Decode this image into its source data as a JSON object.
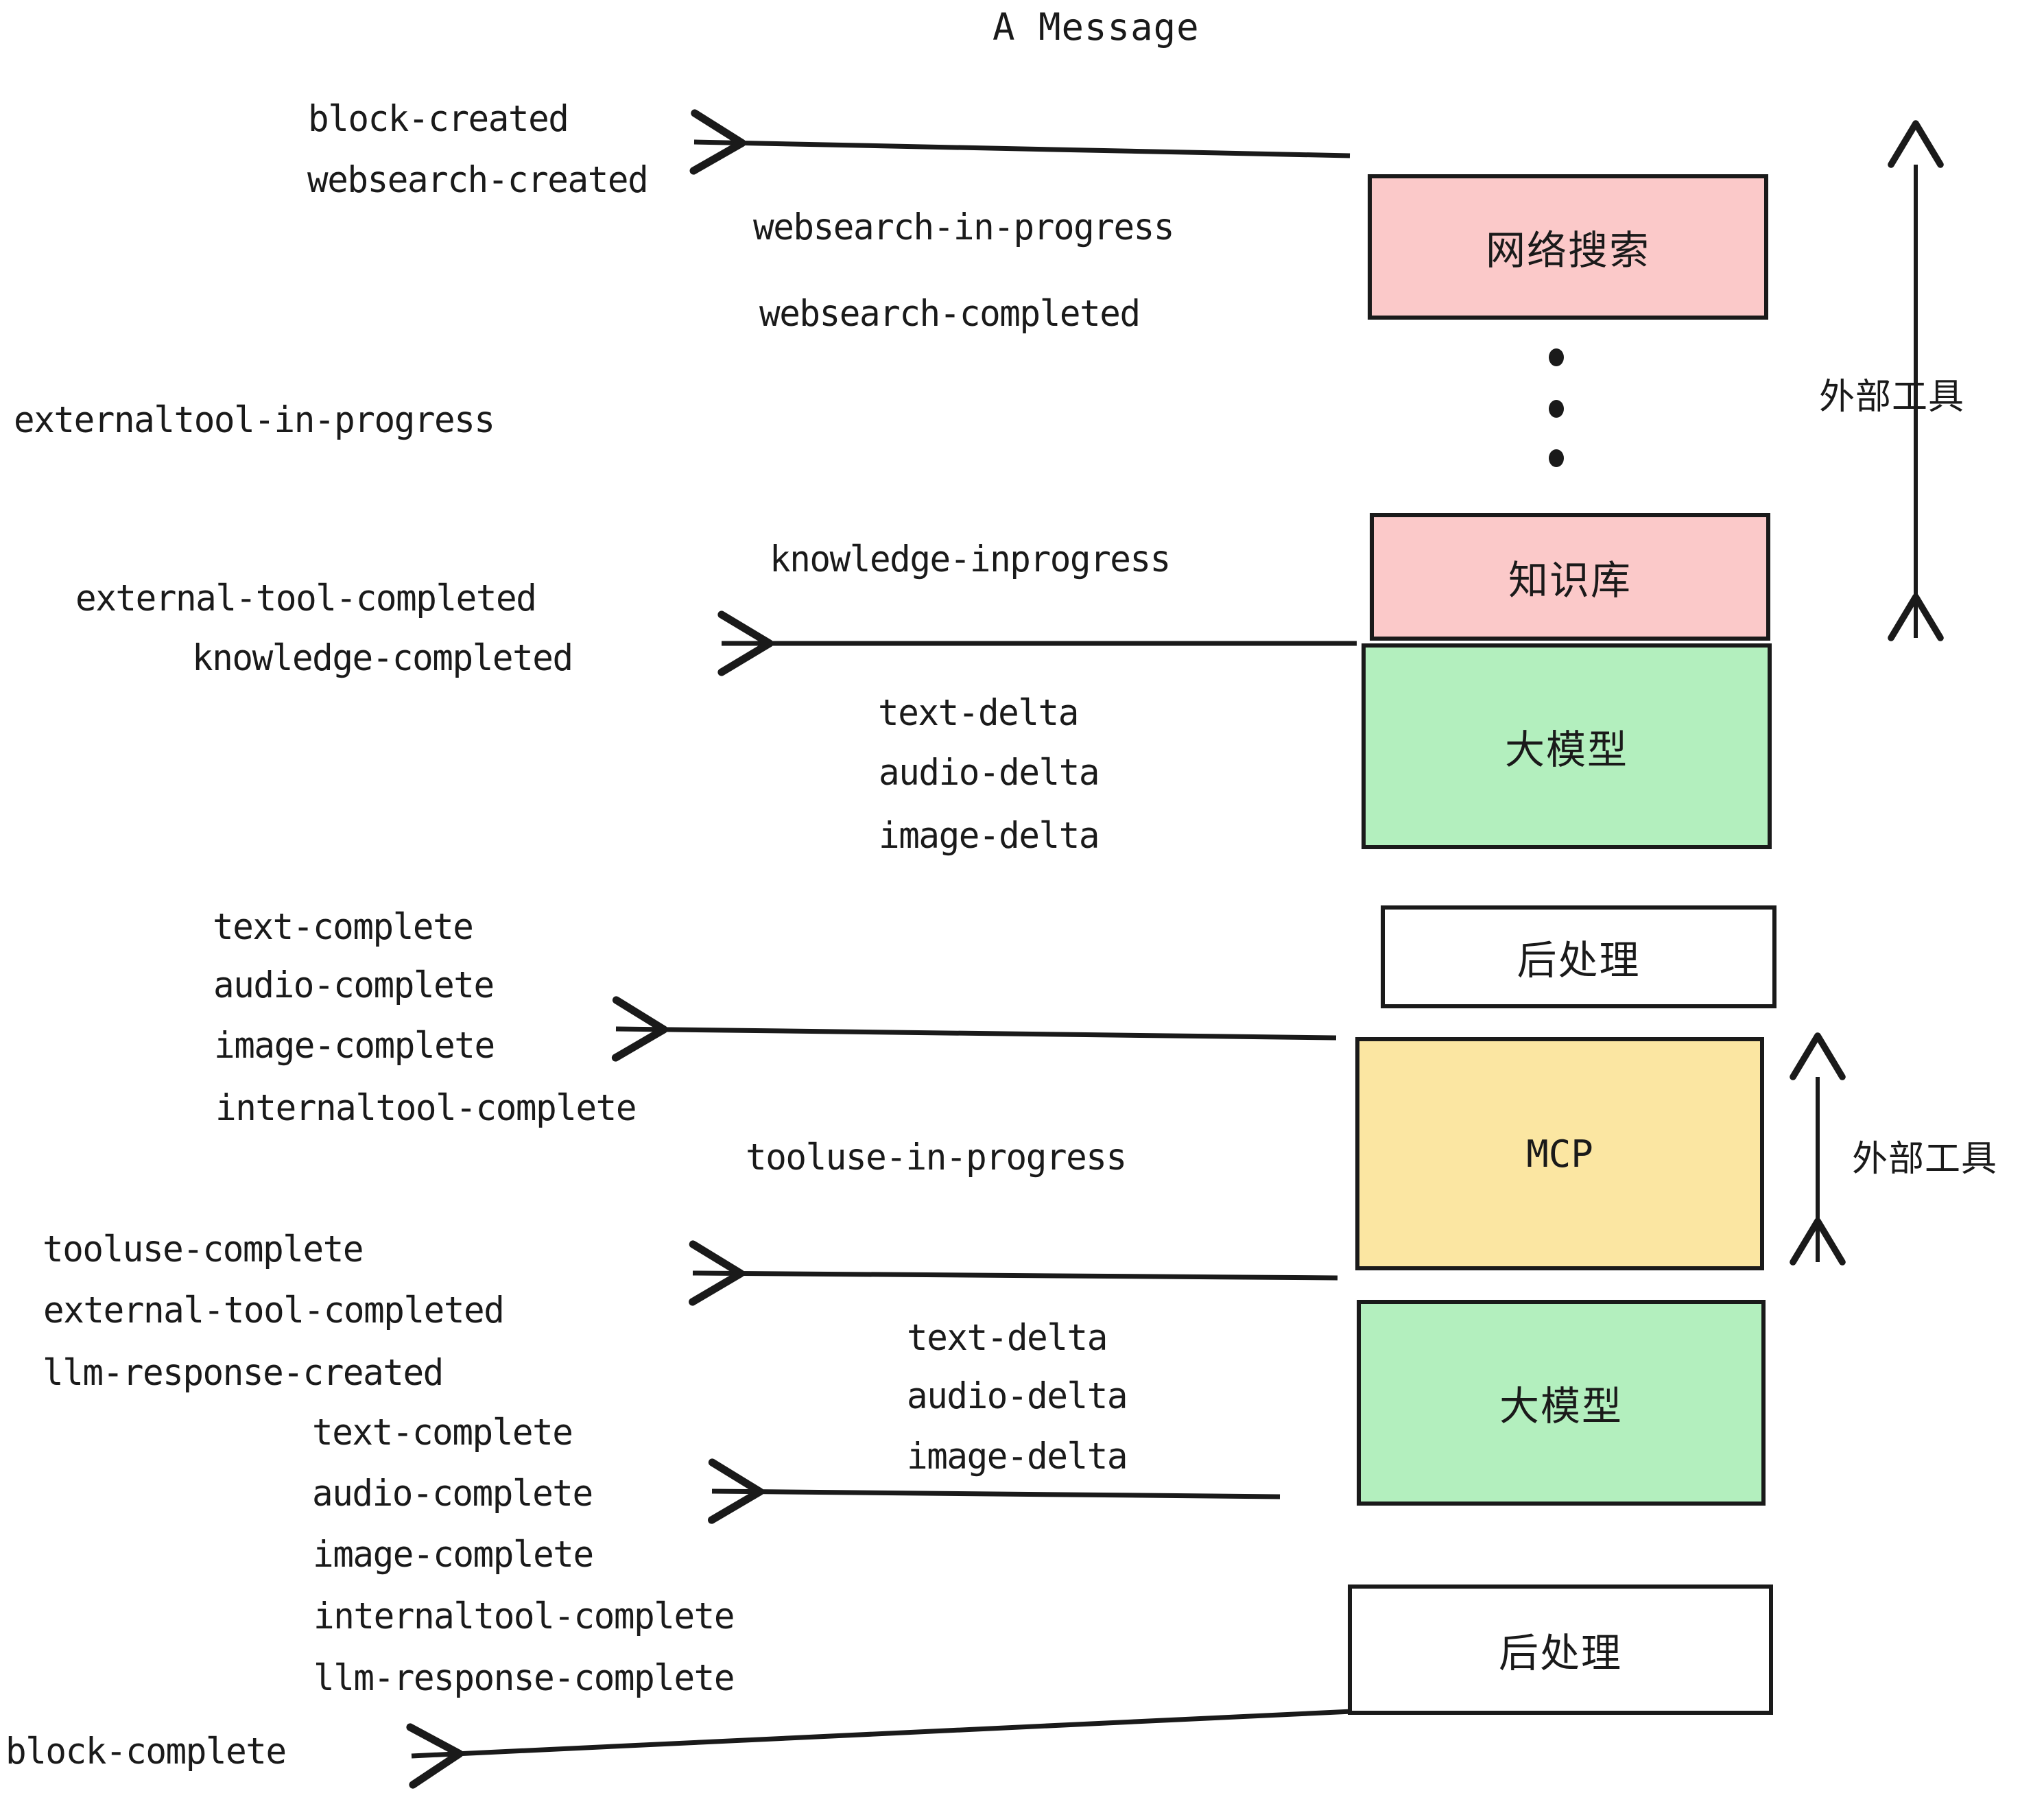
{
  "title": "A Message",
  "colors": {
    "pink": "#FBC9C9",
    "green": "#B3EFBE",
    "yellow": "#FBE6A2",
    "white": "#FFFFFF",
    "stroke": "#1a1a1a"
  },
  "boxes": [
    {
      "label": "网络搜索",
      "fill": "pink"
    },
    {
      "label": "知识库",
      "fill": "pink"
    },
    {
      "label": "大模型",
      "fill": "green"
    },
    {
      "label": "后处理",
      "fill": "white"
    },
    {
      "label": "MCP",
      "fill": "yellow"
    },
    {
      "label": "大模型",
      "fill": "green"
    },
    {
      "label": "后处理",
      "fill": "white"
    }
  ],
  "side_labels": [
    {
      "text": "外部工具"
    },
    {
      "text": "外部工具"
    }
  ],
  "events": [
    {
      "text": "block-created"
    },
    {
      "text": "websearch-created"
    },
    {
      "text": "websearch-in-progress"
    },
    {
      "text": "websearch-completed"
    },
    {
      "text": "externaltool-in-progress"
    },
    {
      "text": "knowledge-inprogress"
    },
    {
      "text": "external-tool-completed"
    },
    {
      "text": "knowledge-completed"
    },
    {
      "text": "text-delta"
    },
    {
      "text": "audio-delta"
    },
    {
      "text": "image-delta"
    },
    {
      "text": "text-complete"
    },
    {
      "text": "audio-complete"
    },
    {
      "text": "image-complete"
    },
    {
      "text": "internaltool-complete"
    },
    {
      "text": "tooluse-in-progress"
    },
    {
      "text": "tooluse-complete"
    },
    {
      "text": "external-tool-completed"
    },
    {
      "text": "llm-response-created"
    },
    {
      "text": "text-delta"
    },
    {
      "text": "audio-delta"
    },
    {
      "text": "image-delta"
    },
    {
      "text": "text-complete"
    },
    {
      "text": "audio-complete"
    },
    {
      "text": "image-complete"
    },
    {
      "text": "internaltool-complete"
    },
    {
      "text": "llm-response-complete"
    },
    {
      "text": "block-complete"
    }
  ]
}
